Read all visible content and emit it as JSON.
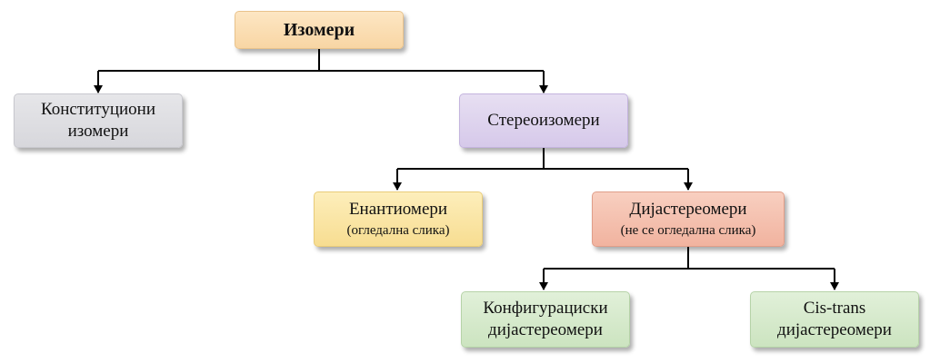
{
  "diagram": {
    "root": {
      "label": "Изомери"
    },
    "constitutional": {
      "line1": "Конституциони",
      "line2": "изомери"
    },
    "stereo": {
      "label": "Стереоизомери"
    },
    "enantiomers": {
      "line1": "Енантиомери",
      "line2": "(огледална слика)"
    },
    "diastereomers": {
      "line1": "Дијастереомери",
      "line2": "(не се огледална слика)"
    },
    "configurational": {
      "line1": "Конфигурациски",
      "line2": "дијастереомери"
    },
    "cistrans": {
      "line1": "Cis-trans",
      "line2": "дијастереомери"
    }
  },
  "colors": {
    "root": "#fbdcb0",
    "constitutional": "#dcdce0",
    "stereo": "#ddd2ee",
    "enantiomers": "#fae6a6",
    "diastereomers": "#f4bfab",
    "configurational": "#d6e9cc",
    "cistrans": "#d6e9cc",
    "connector": "#000000"
  }
}
